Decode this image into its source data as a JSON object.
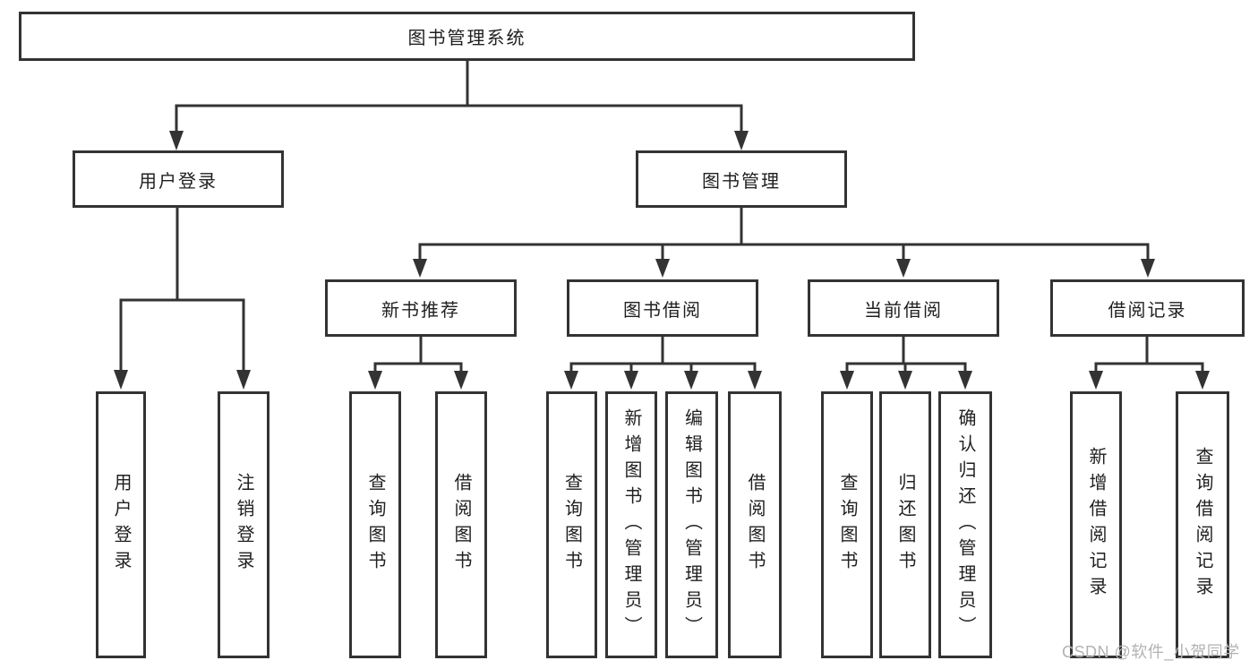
{
  "title": "图书管理系统",
  "tree": {
    "root": {
      "label": "图书管理系统",
      "children": [
        {
          "label": "用户登录",
          "children": [
            {
              "label": "用户登录"
            },
            {
              "label": "注销登录"
            }
          ]
        },
        {
          "label": "图书管理",
          "children": [
            {
              "label": "新书推荐",
              "children": [
                {
                  "label": "查询图书"
                },
                {
                  "label": "借阅图书"
                }
              ]
            },
            {
              "label": "图书借阅",
              "children": [
                {
                  "label": "查询图书"
                },
                {
                  "label": "新增图书（管理员）"
                },
                {
                  "label": "编辑图书（管理员）"
                },
                {
                  "label": "借阅图书"
                }
              ]
            },
            {
              "label": "当前借阅",
              "children": [
                {
                  "label": "查询图书"
                },
                {
                  "label": "归还图书"
                },
                {
                  "label": "确认归还（管理员）"
                }
              ]
            },
            {
              "label": "借阅记录",
              "children": [
                {
                  "label": "新增借阅记录"
                },
                {
                  "label": "查询借阅记录"
                }
              ]
            }
          ]
        }
      ]
    }
  },
  "watermark": "CSDN @软件_小贺同学",
  "colors": {
    "line": "#333333",
    "text": "#1f1f1f",
    "background": "#ffffff",
    "watermark": "#b3b3b3"
  }
}
